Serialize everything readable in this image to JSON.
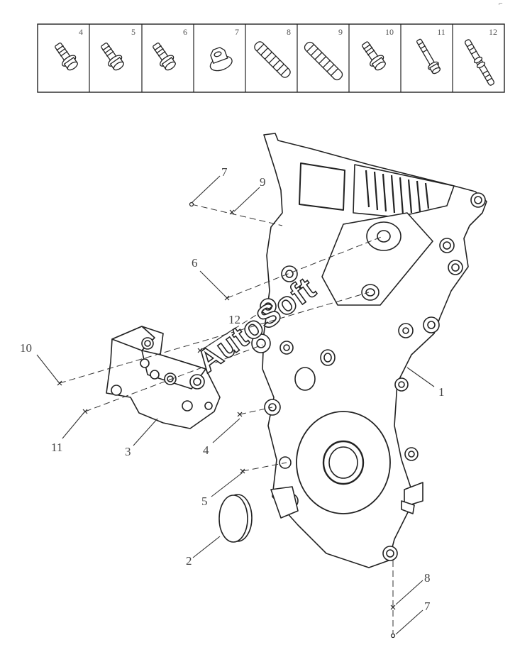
{
  "corner_mark": "⌐",
  "fastener_table": [
    {
      "number": "4",
      "icon": "flange-bolt-icon"
    },
    {
      "number": "5",
      "icon": "flange-bolt-icon"
    },
    {
      "number": "6",
      "icon": "flange-bolt-icon"
    },
    {
      "number": "7",
      "icon": "flange-nut-icon"
    },
    {
      "number": "8",
      "icon": "stud-icon"
    },
    {
      "number": "9",
      "icon": "stud-icon"
    },
    {
      "number": "10",
      "icon": "flange-bolt-icon"
    },
    {
      "number": "11",
      "icon": "long-bolt-icon"
    },
    {
      "number": "12",
      "icon": "double-end-stud-icon"
    }
  ],
  "callouts": {
    "c1": "1",
    "c2": "2",
    "c3": "3",
    "c4": "4",
    "c5": "5",
    "c6": "6",
    "c7a": "7",
    "c7b": "7",
    "c8": "8",
    "c9": "9",
    "c10": "10",
    "c11": "11",
    "c12": "12"
  },
  "watermark": "AutoSoft"
}
